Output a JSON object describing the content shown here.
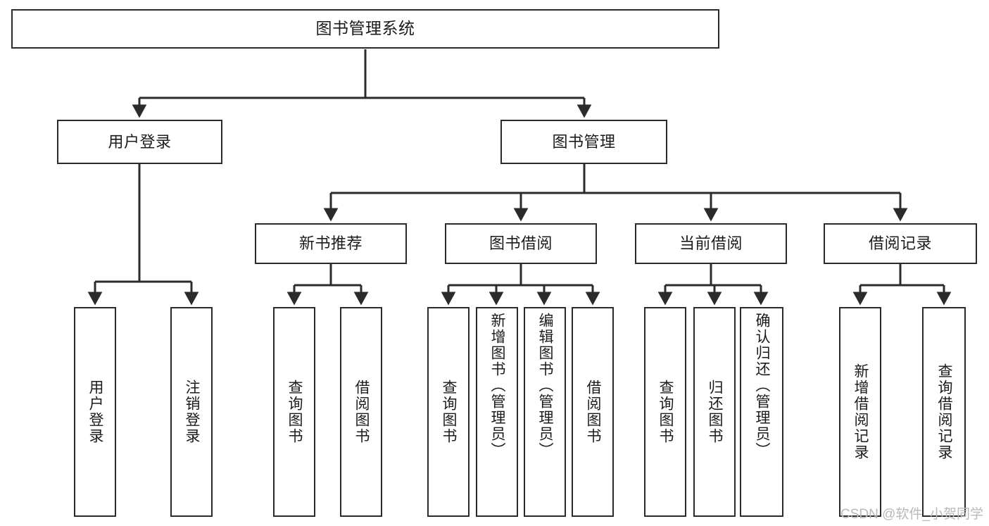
{
  "diagram": {
    "type": "tree",
    "title": "图书管理系统",
    "orientation": "top-down",
    "colors": {
      "box_border": "#2b2b2b",
      "box_fill": "#ffffff",
      "edge": "#2b2b2b",
      "text": "#1b1b1b",
      "watermark": "#b9b9b9",
      "background": "#ffffff"
    },
    "watermark": "CSDN @软件_小贺同学"
  },
  "nodes": {
    "root": {
      "label": "图书管理系统"
    },
    "level2": [
      {
        "id": "user-login",
        "label": "用户登录"
      },
      {
        "id": "book-manage",
        "label": "图书管理"
      }
    ],
    "level3": [
      {
        "id": "new-book-rec",
        "label": "新书推荐"
      },
      {
        "id": "book-borrow",
        "label": "图书借阅"
      },
      {
        "id": "current-borrow",
        "label": "当前借阅"
      },
      {
        "id": "borrow-record",
        "label": "借阅记录"
      }
    ],
    "leaves": [
      {
        "id": "leaf-user-login",
        "label": "用户登录",
        "parent": "user-login"
      },
      {
        "id": "leaf-user-logout",
        "label": "注销登录",
        "parent": "user-login"
      },
      {
        "id": "leaf-query-book-1",
        "label": "查询图书",
        "parent": "new-book-rec"
      },
      {
        "id": "leaf-borrow-book-1",
        "label": "借阅图书",
        "parent": "new-book-rec"
      },
      {
        "id": "leaf-query-book-2",
        "label": "查询图书",
        "parent": "book-borrow"
      },
      {
        "id": "leaf-add-book",
        "label": "新增图书（管理员）",
        "parent": "book-borrow"
      },
      {
        "id": "leaf-edit-book",
        "label": "编辑图书（管理员）",
        "parent": "book-borrow"
      },
      {
        "id": "leaf-borrow-book-2",
        "label": "借阅图书",
        "parent": "book-borrow"
      },
      {
        "id": "leaf-query-book-3",
        "label": "查询图书",
        "parent": "current-borrow"
      },
      {
        "id": "leaf-return-book",
        "label": "归还图书",
        "parent": "current-borrow"
      },
      {
        "id": "leaf-confirm-return",
        "label": "确认归还（管理员）",
        "parent": "current-borrow"
      },
      {
        "id": "leaf-add-record",
        "label": "新增借阅记录",
        "parent": "borrow-record"
      },
      {
        "id": "leaf-query-record",
        "label": "查询借阅记录",
        "parent": "borrow-record"
      }
    ]
  }
}
